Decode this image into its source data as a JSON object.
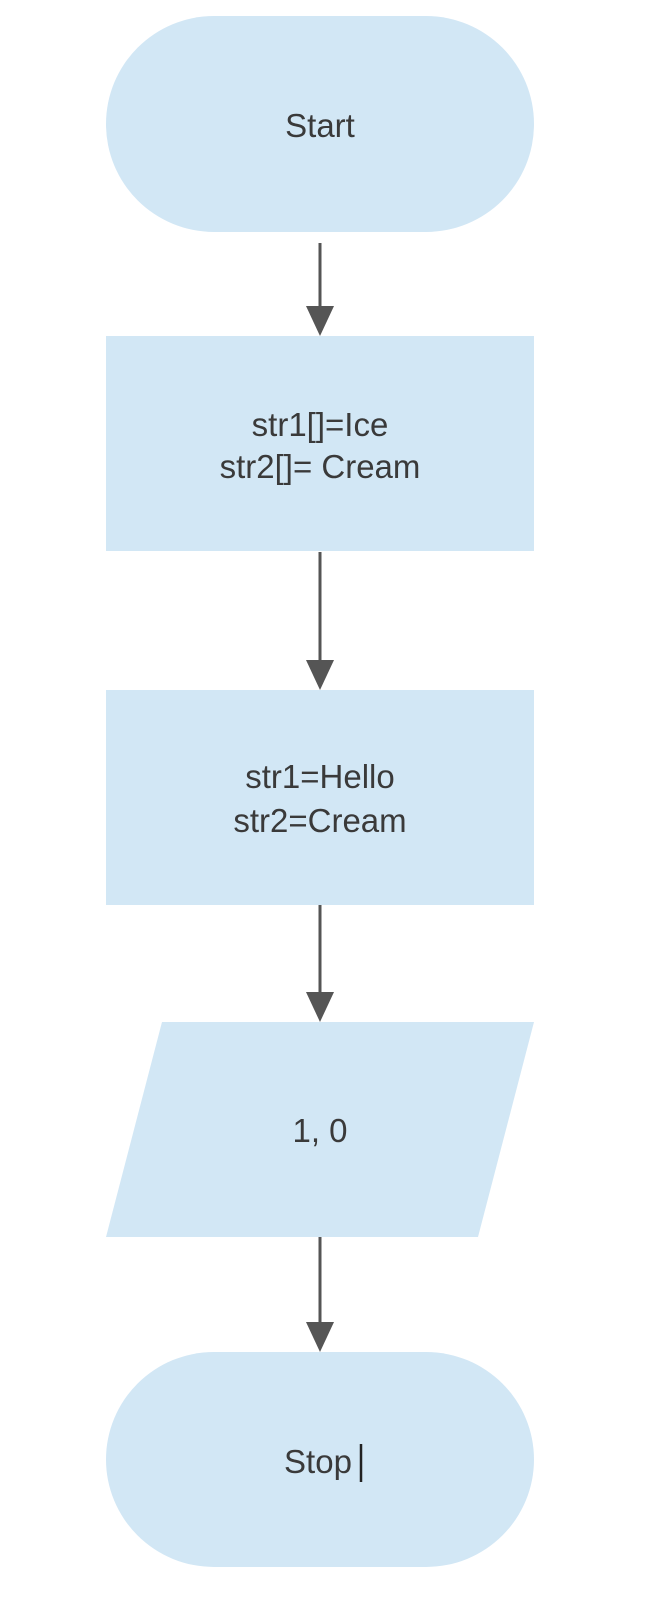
{
  "diagram": {
    "type": "flowchart",
    "colors": {
      "node_fill": "#d2e7f5",
      "edge": "#555555",
      "text": "#3a3a3a"
    },
    "nodes": [
      {
        "id": "start",
        "shape": "terminator",
        "lines": [
          "Start"
        ]
      },
      {
        "id": "init-arrays",
        "shape": "process",
        "lines": [
          "str1[]=Ice",
          "str2[]= Cream"
        ]
      },
      {
        "id": "assign-strings",
        "shape": "process",
        "lines": [
          "str1=Hello",
          "str2=Cream"
        ]
      },
      {
        "id": "output",
        "shape": "data",
        "lines": [
          "1, 0"
        ]
      },
      {
        "id": "stop",
        "shape": "terminator",
        "lines": [
          "Stop"
        ]
      }
    ],
    "edges": [
      {
        "from": "start",
        "to": "init-arrays"
      },
      {
        "from": "init-arrays",
        "to": "assign-strings"
      },
      {
        "from": "assign-strings",
        "to": "output"
      },
      {
        "from": "output",
        "to": "stop"
      }
    ]
  }
}
